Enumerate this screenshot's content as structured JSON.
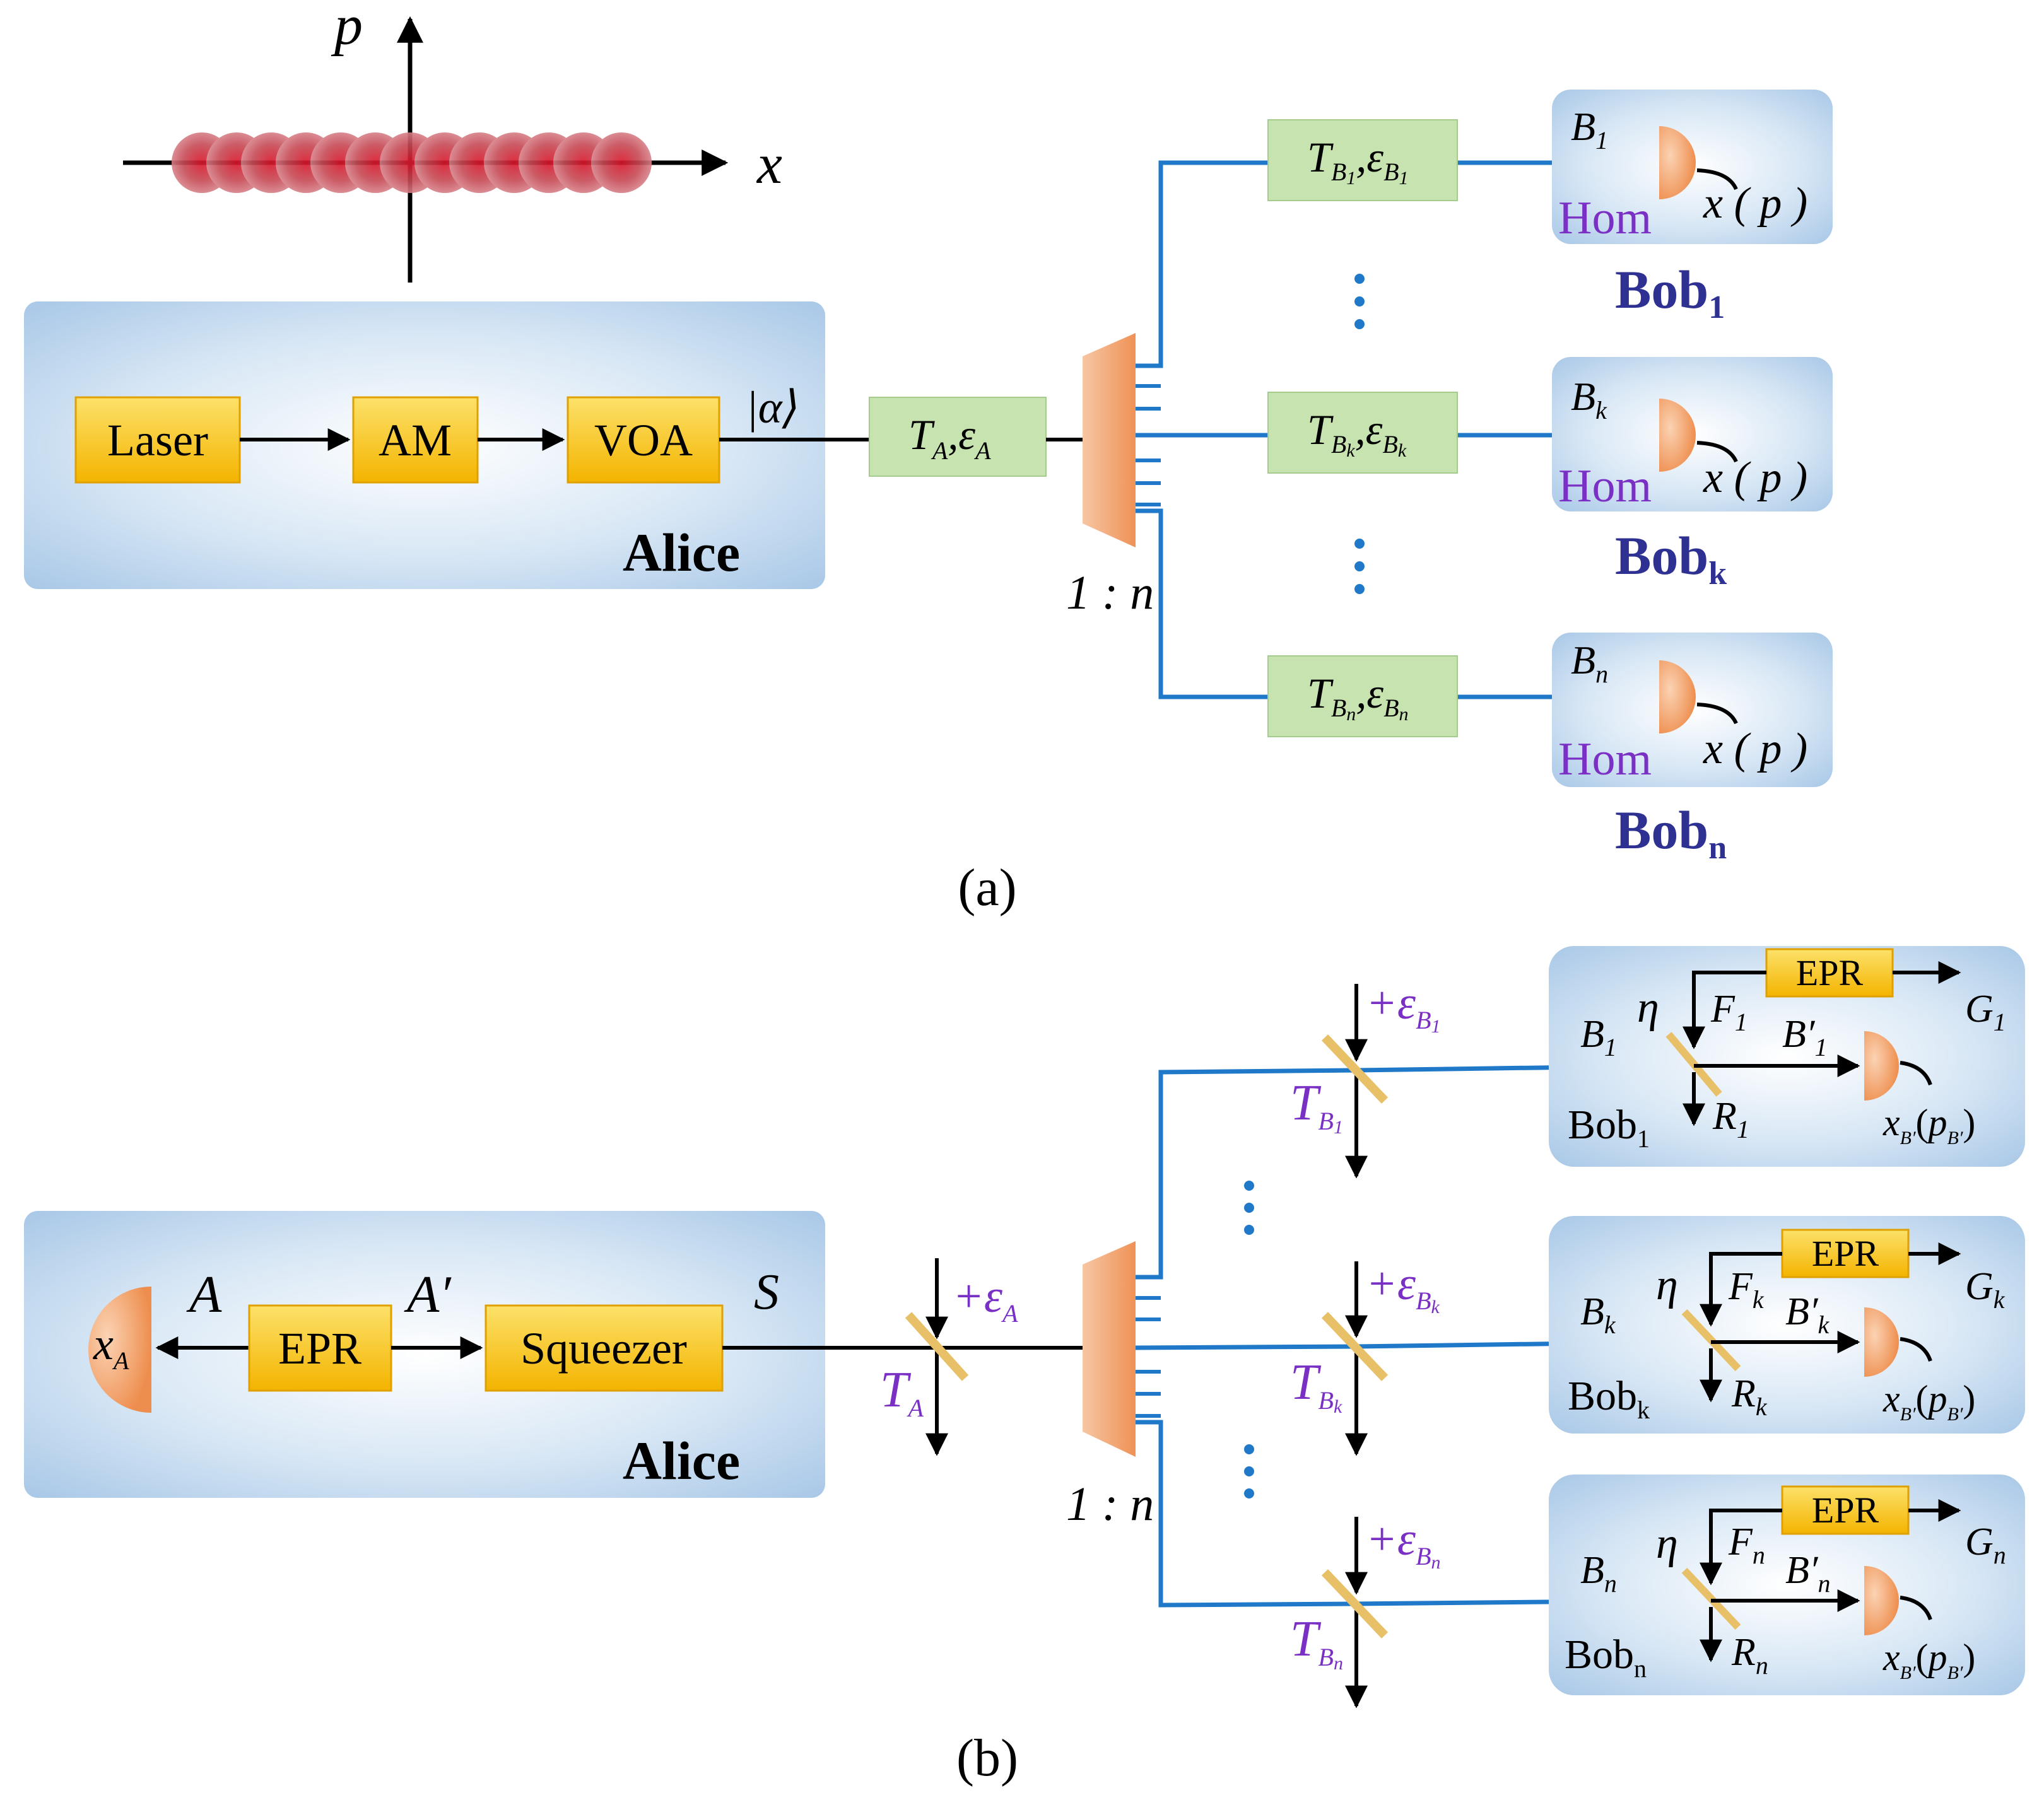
{
  "figure_a": {
    "axis_x_label": "x",
    "axis_p_label": "p",
    "alice": {
      "title": "Alice",
      "laser": "Laser",
      "am": "AM",
      "voa": "VOA",
      "state": "|α⟩"
    },
    "channel_a": {
      "T": "T",
      "sub": "A",
      "eps": "ε",
      "eps_sub": "A"
    },
    "splitter_ratio": "1 : n",
    "vdots": "⋮",
    "bobs": [
      {
        "in_base": "B",
        "in_sub": "1",
        "hom": "Hom",
        "measure": "x ( p )",
        "name_base": "Bob",
        "name_sub": "1",
        "chan_T": "T",
        "chan_T_sub": "B",
        "chan_T_subsub": "1",
        "chan_eps": "ε",
        "chan_eps_sub": "B",
        "chan_eps_subsub": "1"
      },
      {
        "in_base": "B",
        "in_sub": "k",
        "hom": "Hom",
        "measure": "x ( p )",
        "name_base": "Bob",
        "name_sub": "k",
        "chan_T": "T",
        "chan_T_sub": "B",
        "chan_T_subsub": "k",
        "chan_eps": "ε",
        "chan_eps_sub": "B",
        "chan_eps_subsub": "k"
      },
      {
        "in_base": "B",
        "in_sub": "n",
        "hom": "Hom",
        "measure": "x ( p )",
        "name_base": "Bob",
        "name_sub": "n",
        "chan_T": "T",
        "chan_T_sub": "B",
        "chan_T_subsub": "n",
        "chan_eps": "ε",
        "chan_eps_sub": "B",
        "chan_eps_subsub": "n"
      }
    ],
    "caption": "(a)"
  },
  "figure_b": {
    "alice": {
      "title": "Alice",
      "xA_base": "x",
      "xA_sub": "A",
      "A": "A",
      "A_prime": "A′",
      "epr": "EPR",
      "squeezer": "Squeezer",
      "S": "S"
    },
    "channel_a": {
      "T": "T",
      "T_sub": "A",
      "plus_eps": "+ε",
      "eps_sub": "A"
    },
    "splitter_ratio": "1 : n",
    "vdots": "⋮",
    "bobs": [
      {
        "idx": "1",
        "name_base": "Bob",
        "name_sub": "1",
        "epr": "EPR",
        "eta": "η",
        "B": "B",
        "F": "F",
        "Bp": "B′",
        "R": "R",
        "G": "G",
        "x": "x",
        "x_sub": "B′",
        "p": "p",
        "p_sub": "B′",
        "T": "T",
        "T_sub": "B",
        "plus_eps": "+ε",
        "eps_sub": "B"
      },
      {
        "idx": "k",
        "name_base": "Bob",
        "name_sub": "k",
        "epr": "EPR",
        "eta": "η",
        "B": "B",
        "F": "F",
        "Bp": "B′",
        "R": "R",
        "G": "G",
        "x": "x",
        "x_sub": "B′",
        "p": "p",
        "p_sub": "B′",
        "T": "T",
        "T_sub": "B",
        "plus_eps": "+ε",
        "eps_sub": "B"
      },
      {
        "idx": "n",
        "name_base": "Bob",
        "name_sub": "n",
        "epr": "EPR",
        "eta": "η",
        "B": "B",
        "F": "F",
        "Bp": "B′",
        "R": "R",
        "G": "G",
        "x": "x",
        "x_sub": "B′",
        "p": "p",
        "p_sub": "B′",
        "T": "T",
        "T_sub": "B",
        "plus_eps": "+ε",
        "eps_sub": "B"
      }
    ],
    "caption": "(b)"
  },
  "colors": {
    "panel_fill": "#B9D3EC",
    "yellow_box": "#F9C21E",
    "green_box": "#C6E3B0",
    "fiber_blue": "#1F78C8",
    "detector_orange": "#F2A26B",
    "bob_label": "#2E3192",
    "purple_label": "#7A2FC5",
    "beam_splitter": "#E8C068",
    "gaussian_red": "#C6283A"
  }
}
